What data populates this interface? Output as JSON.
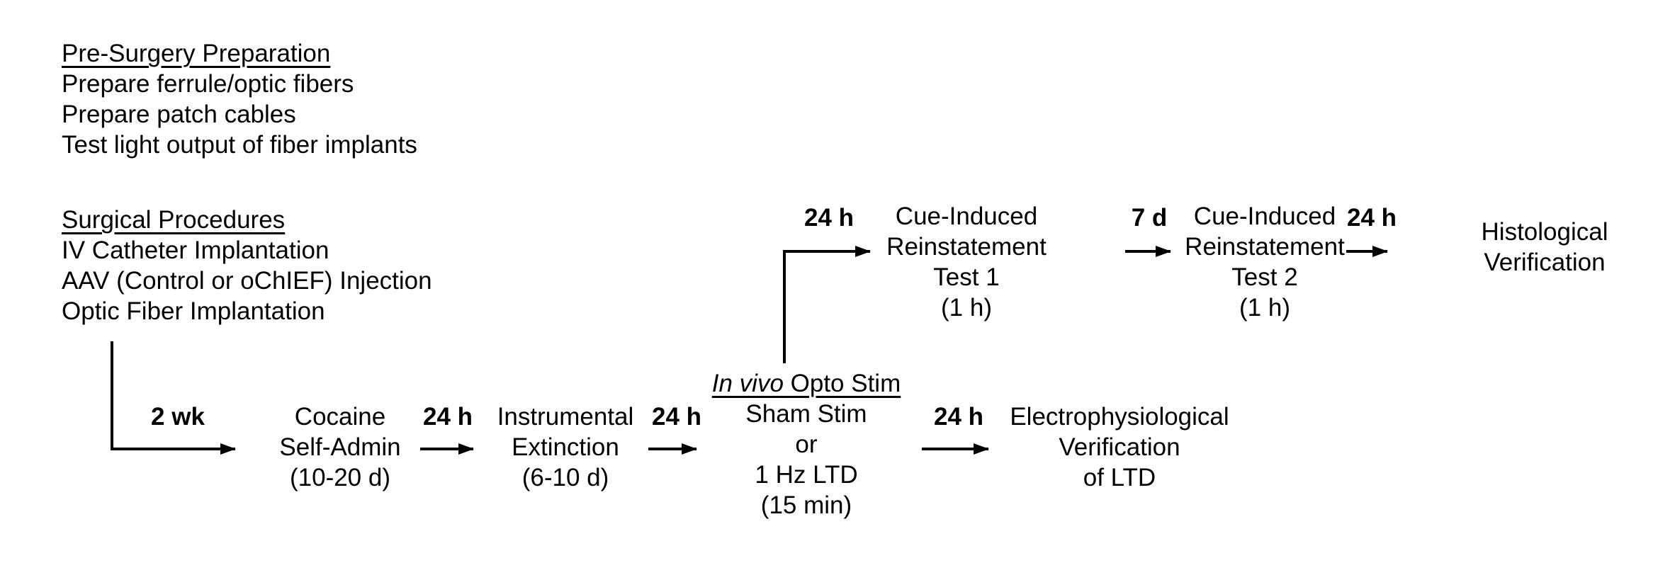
{
  "figure": {
    "background": "#ffffff",
    "text_color": "#000000"
  },
  "pre_surgery": {
    "title": "Pre-Surgery Preparation",
    "items": [
      "Prepare ferrule/optic fibers",
      "Prepare patch cables",
      "Test light output of fiber implants"
    ]
  },
  "surgical": {
    "title": "Surgical Procedures",
    "items": [
      "IV Catheter Implantation",
      "AAV (Control or oChIEF) Injection",
      "Optic Fiber Implantation"
    ]
  },
  "intervals": {
    "surgery_to_self_admin": "2 wk",
    "self_admin_to_extinction": "24 h",
    "extinction_to_opto_stim": "24 h",
    "opto_stim_to_test1": "24 h",
    "test1_to_test2": "7 d",
    "test2_to_histology": "24 h",
    "opto_stim_to_ephys": "24 h"
  },
  "nodes": {
    "self_admin": {
      "lines": [
        "Cocaine",
        "Self-Admin",
        "(10-20 d)"
      ]
    },
    "extinction": {
      "lines": [
        "Instrumental",
        "Extinction",
        "(6-10 d)"
      ]
    },
    "opto_stim": {
      "title_italic": "In vivo",
      "title_rest": " Opto Stim",
      "lines": [
        "Sham Stim",
        "or",
        "1 Hz LTD",
        "(15 min)"
      ]
    },
    "test1": {
      "lines": [
        "Cue-Induced",
        "Reinstatement",
        "Test 1",
        "(1 h)"
      ]
    },
    "test2": {
      "lines": [
        "Cue-Induced",
        "Reinstatement",
        "Test 2",
        "(1 h)"
      ]
    },
    "histology": {
      "lines": [
        "Histological",
        "Verification"
      ]
    },
    "ephys": {
      "lines": [
        "Electrophysiological",
        "Verification",
        "of LTD"
      ]
    }
  }
}
